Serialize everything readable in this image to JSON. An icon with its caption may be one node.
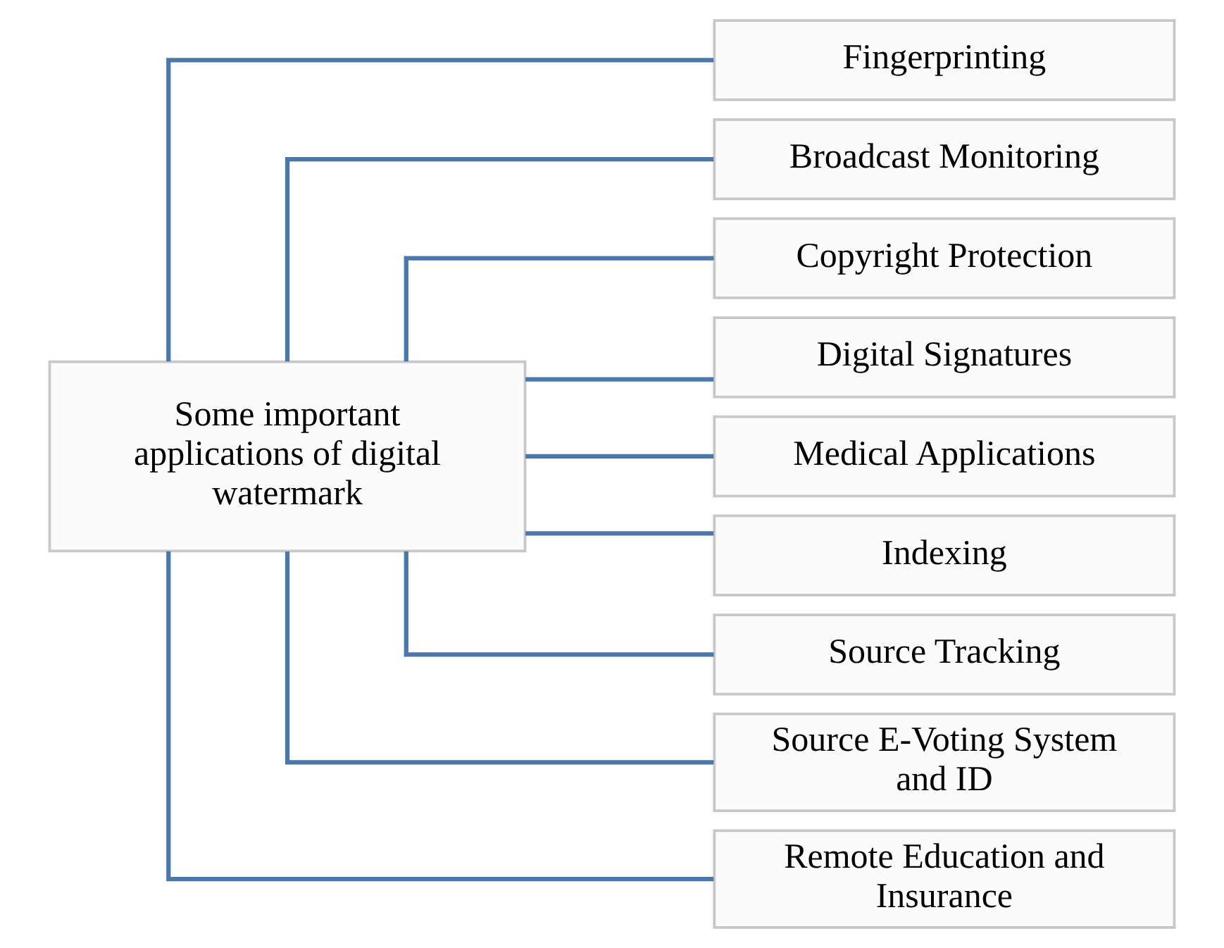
{
  "diagram": {
    "nodes": [
      {
        "text": [
          "Some important applications of digital watermark"
        ]
      },
      {
        "text": [
          "Fingerprinting"
        ]
      },
      {
        "text": [
          "Broadcast Monitoring"
        ]
      },
      {
        "text": [
          "Copyright Protection"
        ]
      },
      {
        "text": [
          "Digital Signatures"
        ]
      },
      {
        "text": [
          "Medical Applications"
        ]
      },
      {
        "text": [
          "Indexing"
        ]
      },
      {
        "text": [
          "Source Tracking"
        ]
      },
      {
        "text": [
          "Source E-Voting System and ID"
        ]
      },
      {
        "text": [
          "Remote Education and Insurance"
        ]
      }
    ],
    "edges": [
      {
        "from": 0,
        "to": 1,
        "arrow": "none"
      },
      {
        "from": 0,
        "to": 2,
        "arrow": "none"
      },
      {
        "from": 0,
        "to": 3,
        "arrow": "none"
      },
      {
        "from": 0,
        "to": 4,
        "arrow": "none"
      },
      {
        "from": 0,
        "to": 5,
        "arrow": "none"
      },
      {
        "from": 0,
        "to": 6,
        "arrow": "none"
      },
      {
        "from": 0,
        "to": 7,
        "arrow": "none"
      },
      {
        "from": 0,
        "to": 8,
        "arrow": "none"
      },
      {
        "from": 0,
        "to": 9,
        "arrow": "none"
      }
    ]
  }
}
